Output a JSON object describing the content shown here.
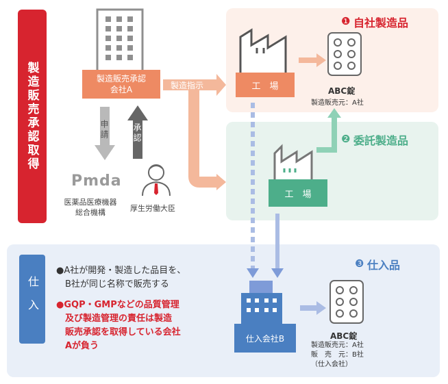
{
  "left_label": "製造販売承認取得",
  "company_a": "製造販売承認\n会社A",
  "manufacturing_instruction": "製造指示",
  "apply": "申請",
  "approve": "承認",
  "pmda_logo": "Pmda",
  "pmda_name": "医薬品医療機器\n総合機構",
  "minister": "厚生労働大臣",
  "section1": {
    "badge": "❶",
    "title": "自社製造品",
    "factory": "工　場",
    "product": "ABC錠",
    "seller": "製造販売元：A社"
  },
  "section2": {
    "badge": "❷",
    "title": "委託製造品",
    "factory": "工　場"
  },
  "section3": {
    "badge": "❸",
    "title": "仕入品",
    "company_b": "仕入会社B",
    "product": "ABC錠",
    "seller_lines": "製造販売元：A社\n販　売　元：B社\n（仕入会社）"
  },
  "purchase_label": "仕入",
  "note1": "●A社が開発・製造した品目を、\n　B社が同じ名称で販売する",
  "note2": "●GQP・GMPなどの品質管理\n　及び製造管理の責任は製造\n　販売承認を取得している会社\n　Aが負う",
  "colors": {
    "red": "#d7242f",
    "orange": "#ee8a63",
    "green": "#4dae8a",
    "blue": "#4a7fc1",
    "gray": "#8a8a8a"
  }
}
